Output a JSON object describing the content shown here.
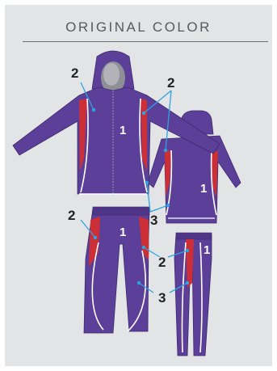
{
  "title": "ORIGINAL COLOR",
  "callouts": {
    "a": "2",
    "b": "2",
    "c": "1",
    "d": "1",
    "e": "3",
    "f": "2",
    "g": "1",
    "h": "2",
    "i": "1",
    "j": "3"
  },
  "colors": {
    "body": "#5b3f98",
    "accent": "#cc2f35",
    "piping": "#ffffff",
    "leader": "#2fa3e0",
    "background": "#e3e4e6"
  }
}
